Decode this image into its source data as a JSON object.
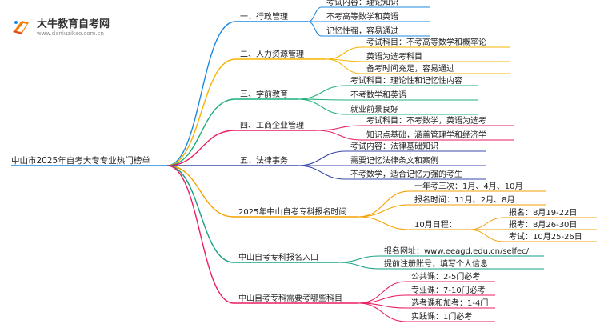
{
  "logo": {
    "title": "大牛教育自考网",
    "url": "www.daniuzikao.com.cn"
  },
  "mindmap": {
    "root": "中山市2025年自考大专专业热门榜单",
    "branches": [
      {
        "label": "一、行政管理",
        "color": "#1e88e5",
        "children": [
          {
            "label": "考试内容：理论知识"
          },
          {
            "label": "不考高等数学和英语"
          },
          {
            "label": "记忆性强，容易通过"
          }
        ]
      },
      {
        "label": "二、人力资源管理",
        "color": "#f5b400",
        "children": [
          {
            "label": "考试科目：不考高等数学和概率论"
          },
          {
            "label": "英语为选考科目"
          },
          {
            "label": "备考时间充足，容易通过"
          }
        ]
      },
      {
        "label": "三、学前教育",
        "color": "#1fb07a",
        "children": [
          {
            "label": "考试科目：理论性和记忆性内容"
          },
          {
            "label": "不考数学和英语"
          },
          {
            "label": "就业前景良好"
          }
        ]
      },
      {
        "label": "四、工商企业管理",
        "color": "#e91e63",
        "children": [
          {
            "label": "考试科目：不考数学，英语为选考"
          },
          {
            "label": "知识点基础，涵盖管理学和经济学"
          }
        ]
      },
      {
        "label": "五、法律事务",
        "color": "#3949ab",
        "children": [
          {
            "label": "考试内容：法律基础知识"
          },
          {
            "label": "需要记忆法律条文和案例"
          },
          {
            "label": "不考数学，适合记忆力强的考生"
          }
        ]
      },
      {
        "label": "2025年中山自考专科报名时间",
        "color": "#f5a000",
        "children": [
          {
            "label": "一年考三次：1月、4月、10月"
          },
          {
            "label": "报名时间：11月、2月、8月"
          },
          {
            "label": "10月日程：",
            "children": [
              {
                "label": "报名：8月19-22日"
              },
              {
                "label": "报考：8月26-30日"
              },
              {
                "label": "考试：10月25-26日"
              }
            ]
          }
        ]
      },
      {
        "label": "中山自考专科报名入口",
        "color": "#16a085",
        "children": [
          {
            "label": "报名网址：www.eeagd.edu.cn/selfec/"
          },
          {
            "label": "提前注册账号，填写个人信息"
          }
        ]
      },
      {
        "label": "中山自考专科需要考哪些科目",
        "color": "#e91e63",
        "children": [
          {
            "label": "公共课：2-5门必考"
          },
          {
            "label": "专业课：7-10门必考"
          },
          {
            "label": "选考课和加考：1-4门"
          },
          {
            "label": "实践课：1门必考"
          }
        ]
      }
    ]
  }
}
